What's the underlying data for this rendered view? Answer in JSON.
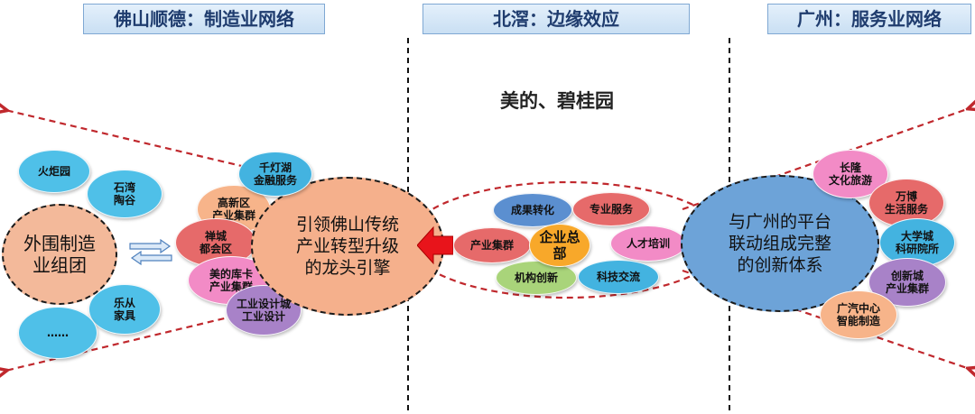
{
  "headers": {
    "left": "佛山顺德：制造业网络",
    "center": "北滘：边缘效应",
    "right": "广州：服务业网络"
  },
  "center_heading": "美的、碧桂园",
  "left_network": {
    "outer_cluster": "外围制造\n业组团",
    "core": "引领佛山传统\n产业转型升级\n的龙头引擎",
    "bubbles": [
      "火炬园",
      "石湾\n陶谷",
      "乐从\n家具",
      "……",
      "千灯湖\n金融服务",
      "高新区\n产业集群",
      "禅城\n都会区",
      "美的库卡\n产业集群",
      "工业设计城\n工业设计"
    ]
  },
  "center_network": {
    "core": "企业总\n部",
    "bubbles": [
      "成果转化",
      "专业服务",
      "产业集群",
      "人才培训",
      "机构创新",
      "科技交流"
    ]
  },
  "right_network": {
    "core": "与广州的平台\n联动组成完整\n的创新体系",
    "bubbles": [
      "长隆\n文化旅游",
      "万博\n生活服务",
      "大学城\n科研院所",
      "创新城\n产业集群",
      "广汽中心\n智能制造"
    ]
  },
  "colors": {
    "dashed_red": "#c0282d",
    "arrow_red": "#e8141b",
    "light_blue": "#4fc0e8",
    "salmon": "#f7b48a",
    "right_core": "#6da3d8",
    "red_bubble": "#e66a6a",
    "pink": "#f28bc6",
    "purple": "#a882c8",
    "blue_bubble": "#5b8fd0",
    "green_bubble": "#a9d47a",
    "cyan": "#43b3e0"
  }
}
